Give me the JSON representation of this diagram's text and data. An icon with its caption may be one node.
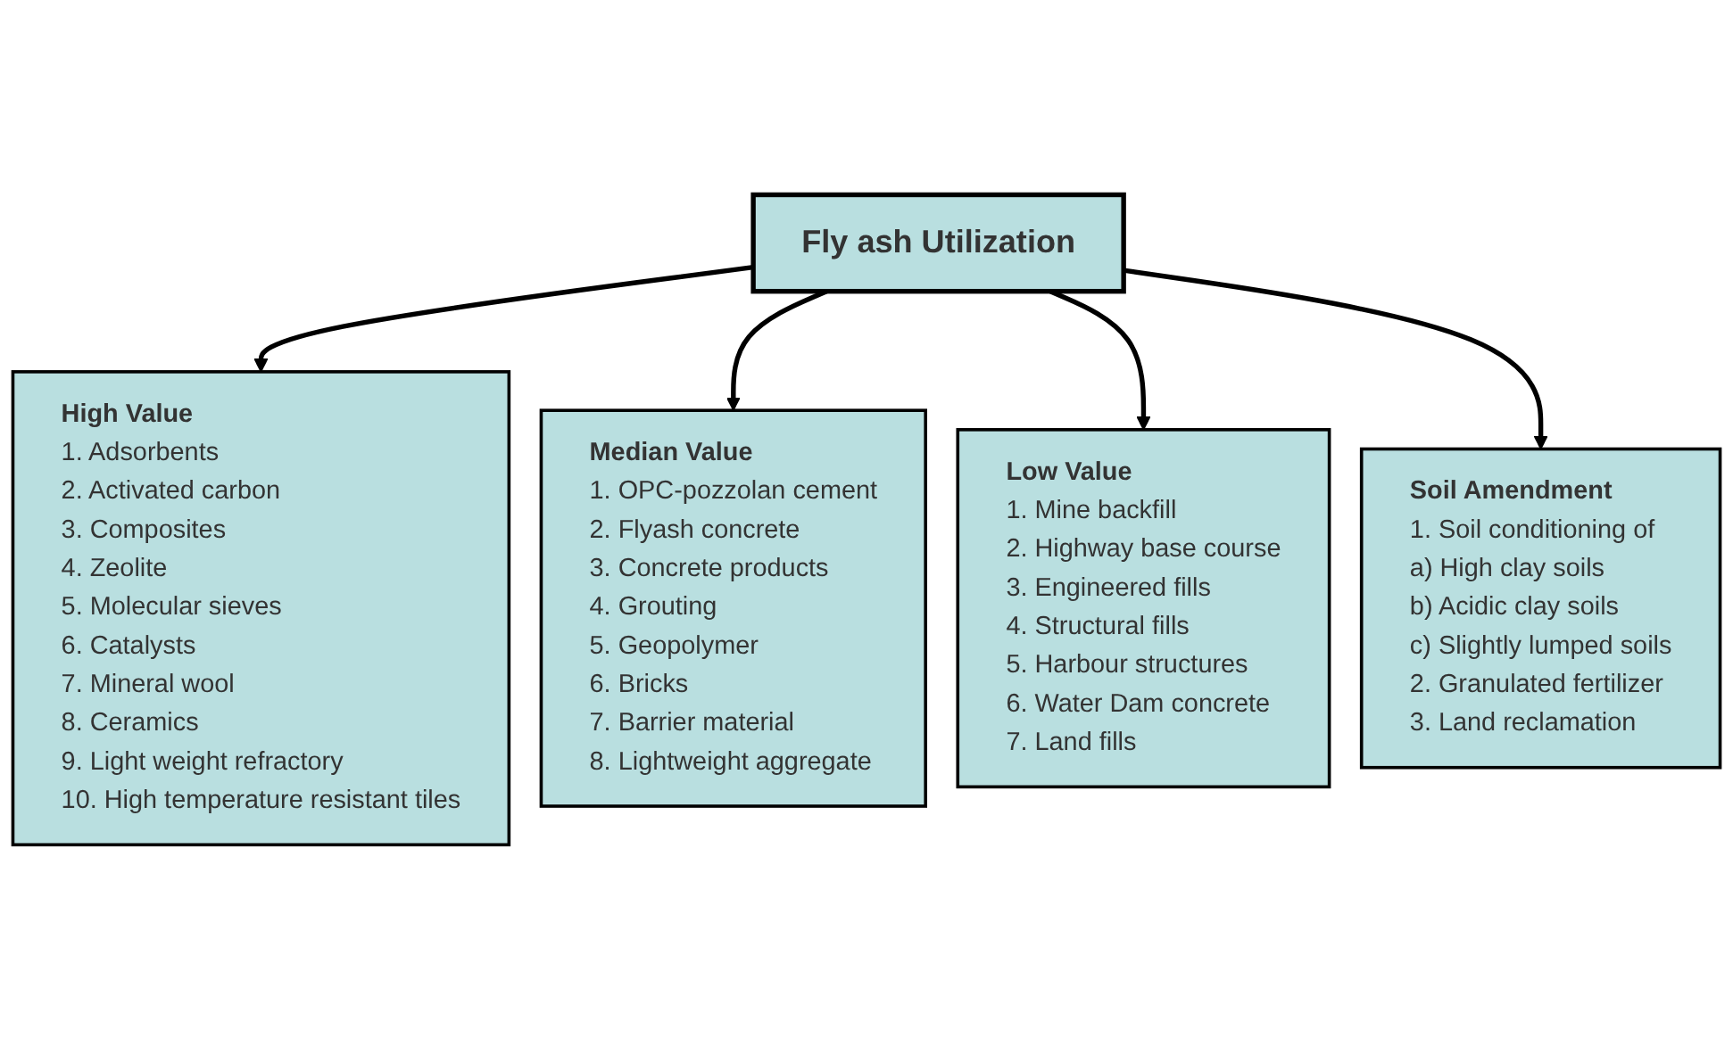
{
  "diagram": {
    "nodes": [
      {
        "text": [
          "Fly ash Utilization"
        ]
      },
      {
        "text": [
          "High Value",
          "1. Adsorbents",
          "2. Activated carbon",
          "3. Composites",
          "4. Zeolite",
          "5. Molecular sieves",
          "6. Catalysts",
          "7. Mineral wool",
          "8. Ceramics",
          "9. Light weight refractory",
          "10. High temperature resistant tiles"
        ]
      },
      {
        "text": [
          "Median Value",
          "1. OPC-pozzolan cement",
          "2. Flyash concrete",
          "3. Concrete products",
          "4. Grouting",
          "5. Geopolymer",
          "6. Bricks",
          "7. Barrier material",
          "8. Lightweight aggregate"
        ]
      },
      {
        "text": [
          "Low Value",
          "1. Mine backfill",
          "2. Highway base course",
          "3. Engineered fills",
          "4. Structural fills",
          "5. Harbour structures",
          "6. Water Dam concrete",
          "7. Land fills"
        ]
      },
      {
        "text": [
          "Soil Amendment",
          "1. Soil conditioning of",
          "a) High clay soils",
          "b) Acidic clay soils",
          "c) Slightly lumped soils",
          "2. Granulated fertilizer",
          "3. Land reclamation"
        ]
      }
    ],
    "edges": [
      {
        "from": 0,
        "to": 1,
        "arrow": "to"
      },
      {
        "from": 0,
        "to": 2,
        "arrow": "to"
      },
      {
        "from": 0,
        "to": 3,
        "arrow": "to"
      },
      {
        "from": 0,
        "to": 4,
        "arrow": "to"
      }
    ]
  }
}
